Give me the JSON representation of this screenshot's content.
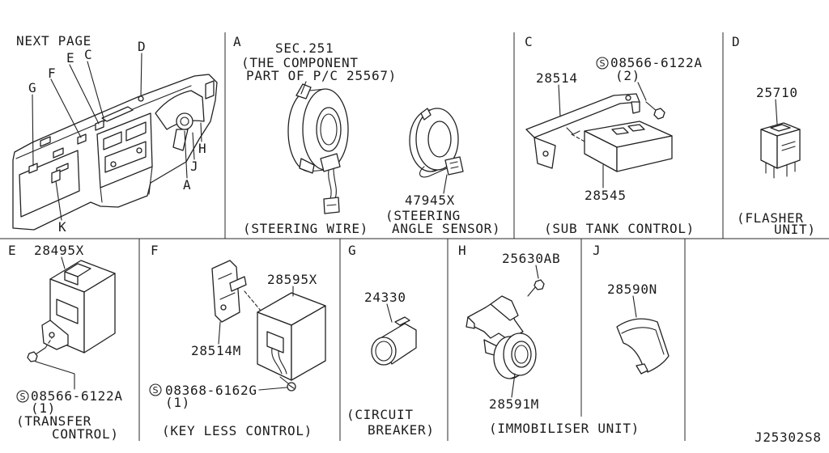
{
  "diagram_id": "J25302S8",
  "overview": {
    "heading": "NEXT PAGE",
    "callouts": {
      "d": "D",
      "e": "E",
      "c": "C",
      "f": "F",
      "g": "G",
      "h": "H",
      "j": "J",
      "a": "A",
      "k": "K"
    }
  },
  "panel_a": {
    "letter": "A",
    "section_ref": "SEC.251",
    "note_line1": "(THE COMPONENT",
    "note_line2": "PART OF P/C 25567)",
    "sensor_part_no": "47945X",
    "caption_wire": "(STEERING WIRE)",
    "caption_sensor_line1": "(STEERING",
    "caption_sensor_line2": "ANGLE SENSOR)"
  },
  "panel_c": {
    "letter": "C",
    "bolt_mark": "S",
    "bolt_part_no": "08566-6122A",
    "bolt_qty": "(2)",
    "bracket_part_no": "28514",
    "unit_part_no": "28545",
    "caption": "(SUB TANK CONTROL)"
  },
  "panel_d": {
    "letter": "D",
    "part_no": "25710",
    "caption_line1": "(FLASHER",
    "caption_line2": "UNIT)"
  },
  "panel_e": {
    "letter": "E",
    "part_no": "28495X",
    "bolt_mark": "S",
    "bolt_part_no": "08566-6122A",
    "bolt_qty": "(1)",
    "caption_line1": "(TRANSFER",
    "caption_line2": "CONTROL)"
  },
  "panel_f": {
    "letter": "F",
    "unit_part_no": "28595X",
    "bracket_part_no": "28514M",
    "screw_mark": "S",
    "screw_part_no": "08368-6162G",
    "screw_qty": "(1)",
    "caption": "(KEY LESS CONTROL)"
  },
  "panel_g": {
    "letter": "G",
    "part_no": "24330",
    "caption_line1": "(CIRCUIT",
    "caption_line2": "BREAKER)"
  },
  "panel_h": {
    "letter": "H",
    "bolt_part_no": "25630AB",
    "part_no": "28591M",
    "caption": "(IMMOBILISER UNIT)"
  },
  "panel_j": {
    "letter": "J",
    "part_no": "28590N"
  }
}
